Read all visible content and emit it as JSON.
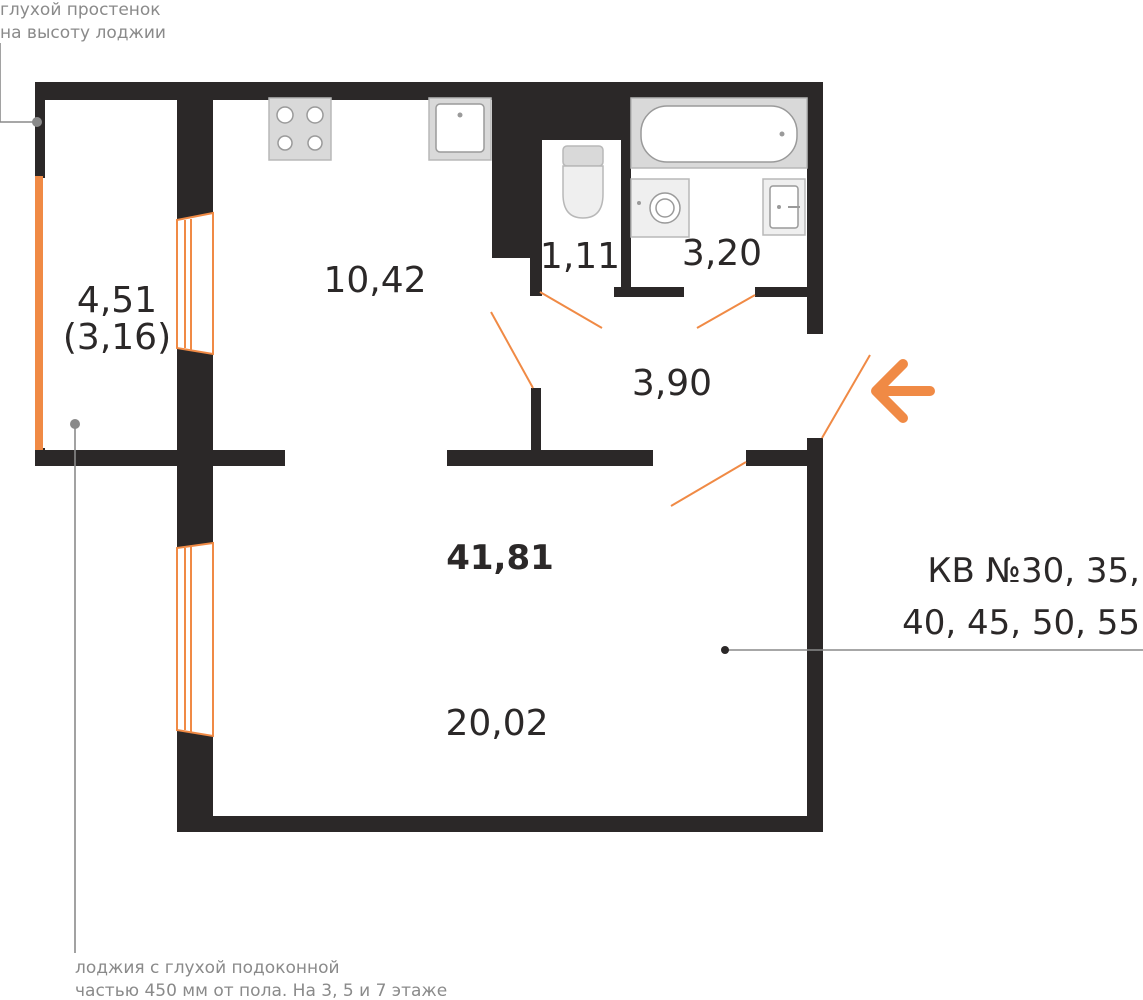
{
  "rooms": {
    "kitchen": {
      "area": "10,42"
    },
    "toilet": {
      "area": "1,11"
    },
    "bathroom": {
      "area": "3,20"
    },
    "hall": {
      "area": "3,90"
    },
    "living": {
      "area": "20,02"
    },
    "loggia": {
      "area": "4,51",
      "area_reduced": "(3,16)"
    }
  },
  "total_area": "41,81",
  "apartments": {
    "line1": "КВ №30, 35,",
    "line2": "40, 45, 50, 55"
  },
  "notes": {
    "top_line1": "глухой простенок",
    "top_line2": "на высоту лоджии",
    "bottom_line1": "лоджия с глухой подоконной",
    "bottom_line2": "частью 450 мм от пола. На 3, 5 и 7 этаже"
  },
  "colors": {
    "wall": "#2b2828",
    "accent": "#f08a45",
    "fixture": "#d9d9d9",
    "leader": "#8a8a8a"
  },
  "icons": {
    "entrance": "entrance-arrow-icon",
    "stove": "stove-icon",
    "sink": "sink-icon",
    "toilet": "toilet-icon",
    "bathtub": "bathtub-icon",
    "washer": "washing-machine-icon",
    "washbasin": "washbasin-icon"
  }
}
